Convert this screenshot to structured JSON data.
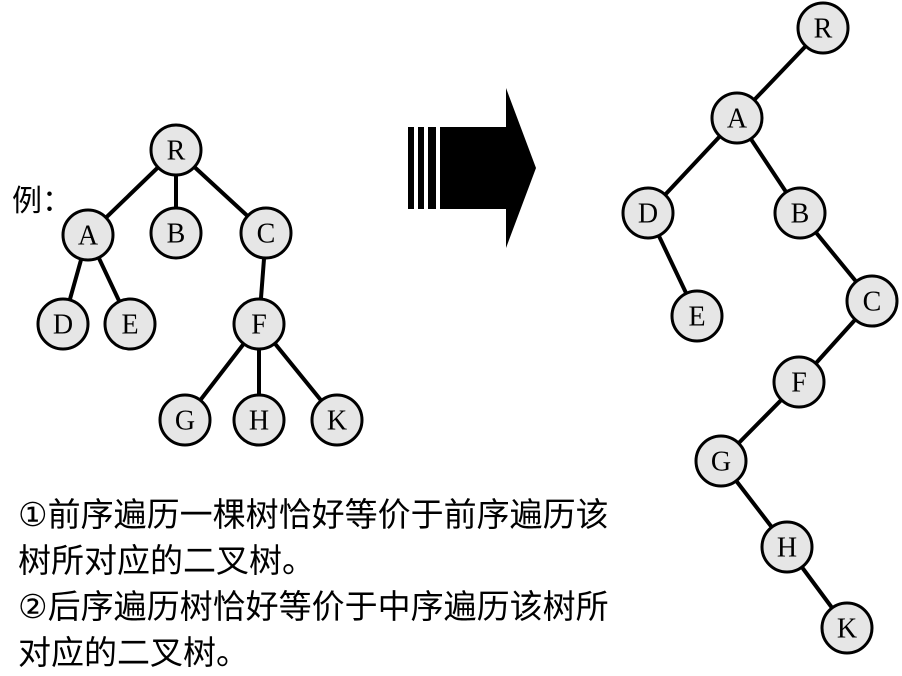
{
  "example_label": "例：",
  "source_tree": {
    "nodes": [
      "R",
      "A",
      "B",
      "C",
      "D",
      "E",
      "F",
      "G",
      "H",
      "K"
    ],
    "edges": [
      [
        "R",
        "A"
      ],
      [
        "R",
        "B"
      ],
      [
        "R",
        "C"
      ],
      [
        "A",
        "D"
      ],
      [
        "A",
        "E"
      ],
      [
        "C",
        "F"
      ],
      [
        "F",
        "G"
      ],
      [
        "F",
        "H"
      ],
      [
        "F",
        "K"
      ]
    ]
  },
  "binary_tree": {
    "nodes": [
      "R",
      "A",
      "D",
      "E",
      "B",
      "C",
      "F",
      "G",
      "H",
      "K"
    ],
    "edges": [
      [
        "R",
        "A"
      ],
      [
        "A",
        "D"
      ],
      [
        "A",
        "B"
      ],
      [
        "D",
        "E"
      ],
      [
        "B",
        "C"
      ],
      [
        "C",
        "F"
      ],
      [
        "F",
        "G"
      ],
      [
        "G",
        "H"
      ],
      [
        "H",
        "K"
      ]
    ]
  },
  "notes": [
    "①前序遍历一棵树恰好等价于前序遍历该",
    "树所对应的二叉树。",
    "②后序遍历树恰好等价于中序遍历该树所",
    "对应的二叉树。"
  ]
}
